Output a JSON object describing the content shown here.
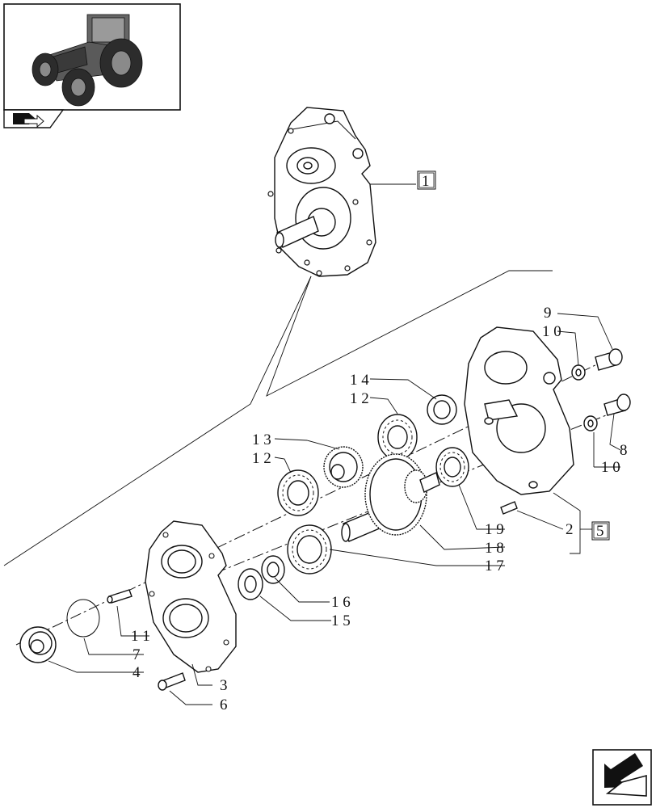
{
  "callouts": {
    "c1": "1",
    "c2": "2",
    "c3": "3",
    "c4": "4",
    "c5": "5",
    "c6": "6",
    "c7": "7",
    "c8": "8",
    "c9": "9",
    "c10a": "1 0",
    "c10b": "1 0",
    "c11": "1 1",
    "c12a": "1 2",
    "c12b": "1 2",
    "c13": "1 3",
    "c14": "1 4",
    "c15": "1 5",
    "c16": "1 6",
    "c17": "1 7",
    "c18": "1 8",
    "c19": "1 9"
  },
  "icons": {
    "thumbnail": "tractor-thumbnail-icon",
    "section": "section-arrow-icon",
    "nav": "next-page-arrow-icon"
  }
}
